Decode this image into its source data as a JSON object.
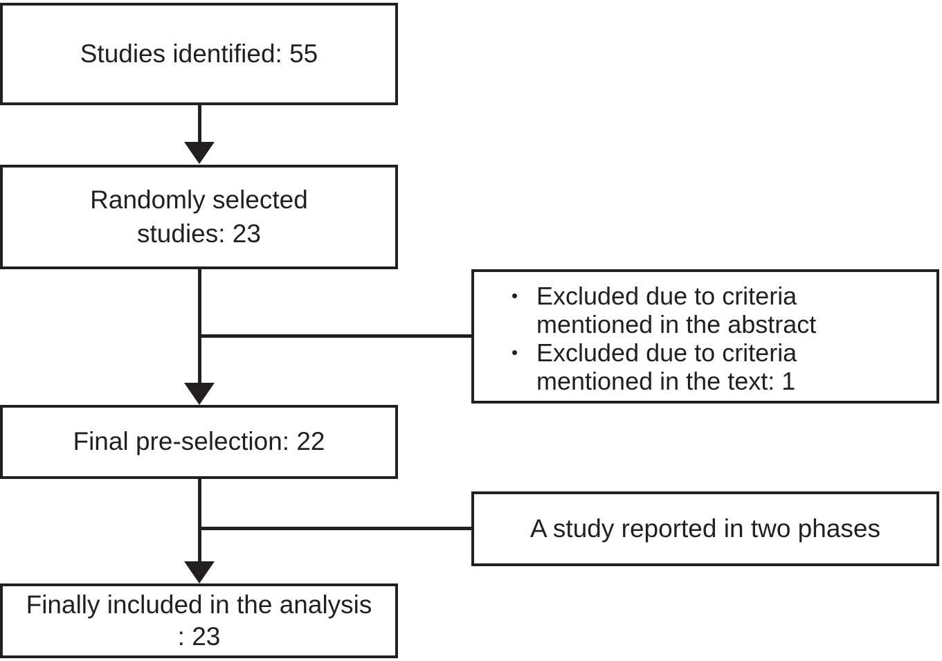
{
  "diagram": {
    "type": "flowchart",
    "description": "Study selection flow diagram",
    "colors": {
      "line": "#231f20",
      "text": "#231f20",
      "background": "#ffffff"
    },
    "nodes": {
      "studies_identified": {
        "text": "Studies identified: 55"
      },
      "randomly_selected": {
        "line1": "Randomly selected",
        "line2": "studies: 23"
      },
      "excluded": {
        "bullet1": "Excluded due to criteria mentioned in the abstract",
        "bullet2": "Excluded due to criteria mentioned in the text: 1",
        "bullet_glyph": "•"
      },
      "final_pre_selection": {
        "text": "Final pre-selection: 22"
      },
      "study_two_phases": {
        "text": "A study reported in two phases"
      },
      "finally_included": {
        "line1": "Finally included in the analysis",
        "line2": ": 23"
      }
    },
    "edges": [
      {
        "from": "studies_identified",
        "to": "randomly_selected",
        "style": "arrow"
      },
      {
        "from": "randomly_selected",
        "to": "final_pre_selection",
        "style": "arrow"
      },
      {
        "from": "randomly_selected",
        "to": "excluded",
        "style": "branch-line"
      },
      {
        "from": "final_pre_selection",
        "to": "finally_included",
        "style": "arrow"
      },
      {
        "from": "final_pre_selection",
        "to": "study_two_phases",
        "style": "branch-line"
      }
    ]
  }
}
